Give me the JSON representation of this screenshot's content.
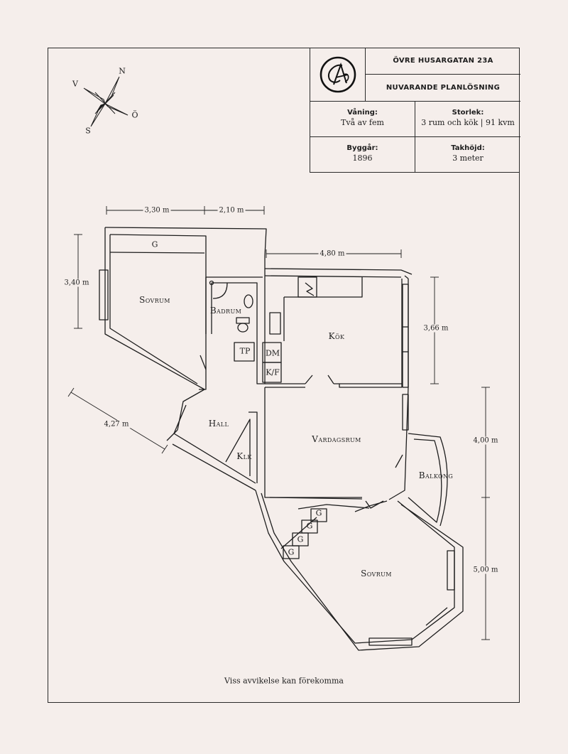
{
  "title_block": {
    "address": "ÖVRE HUSARGATAN 23A",
    "subtitle": "NUVARANDE PLANLÖSNING",
    "floor_label": "Våning:",
    "floor_value": "Två av fem",
    "size_label": "Storlek:",
    "size_value": "3 rum och kök | 91 kvm",
    "built_label": "Byggår:",
    "built_value": "1896",
    "ceiling_label": "Takhöjd:",
    "ceiling_value": "3 meter"
  },
  "compass": {
    "n": "N",
    "s": "S",
    "e": "Ö",
    "w": "V"
  },
  "rooms": {
    "bedroom1": "Sovrum",
    "bathroom": "Badrum",
    "kitchen": "Kök",
    "hall": "Hall",
    "closet": "Klk",
    "living": "Vardagsrum",
    "balcony": "Balkong",
    "bedroom2": "Sovrum"
  },
  "fixtures": {
    "wardrobe": "G",
    "tp": "TP",
    "dm": "DM",
    "kf": "K/F"
  },
  "dimensions": {
    "d1": "3,30 m",
    "d2": "2,10 m",
    "d3": "4,80 m",
    "d4": "3,40 m",
    "d5": "3,66 m",
    "d6": "4,27 m",
    "d7": "4,00 m",
    "d8": "5,00 m"
  },
  "note": "Viss avvikelse kan förekomma",
  "colors": {
    "background": "#f5eeeb",
    "ink": "#1d1d1d"
  }
}
